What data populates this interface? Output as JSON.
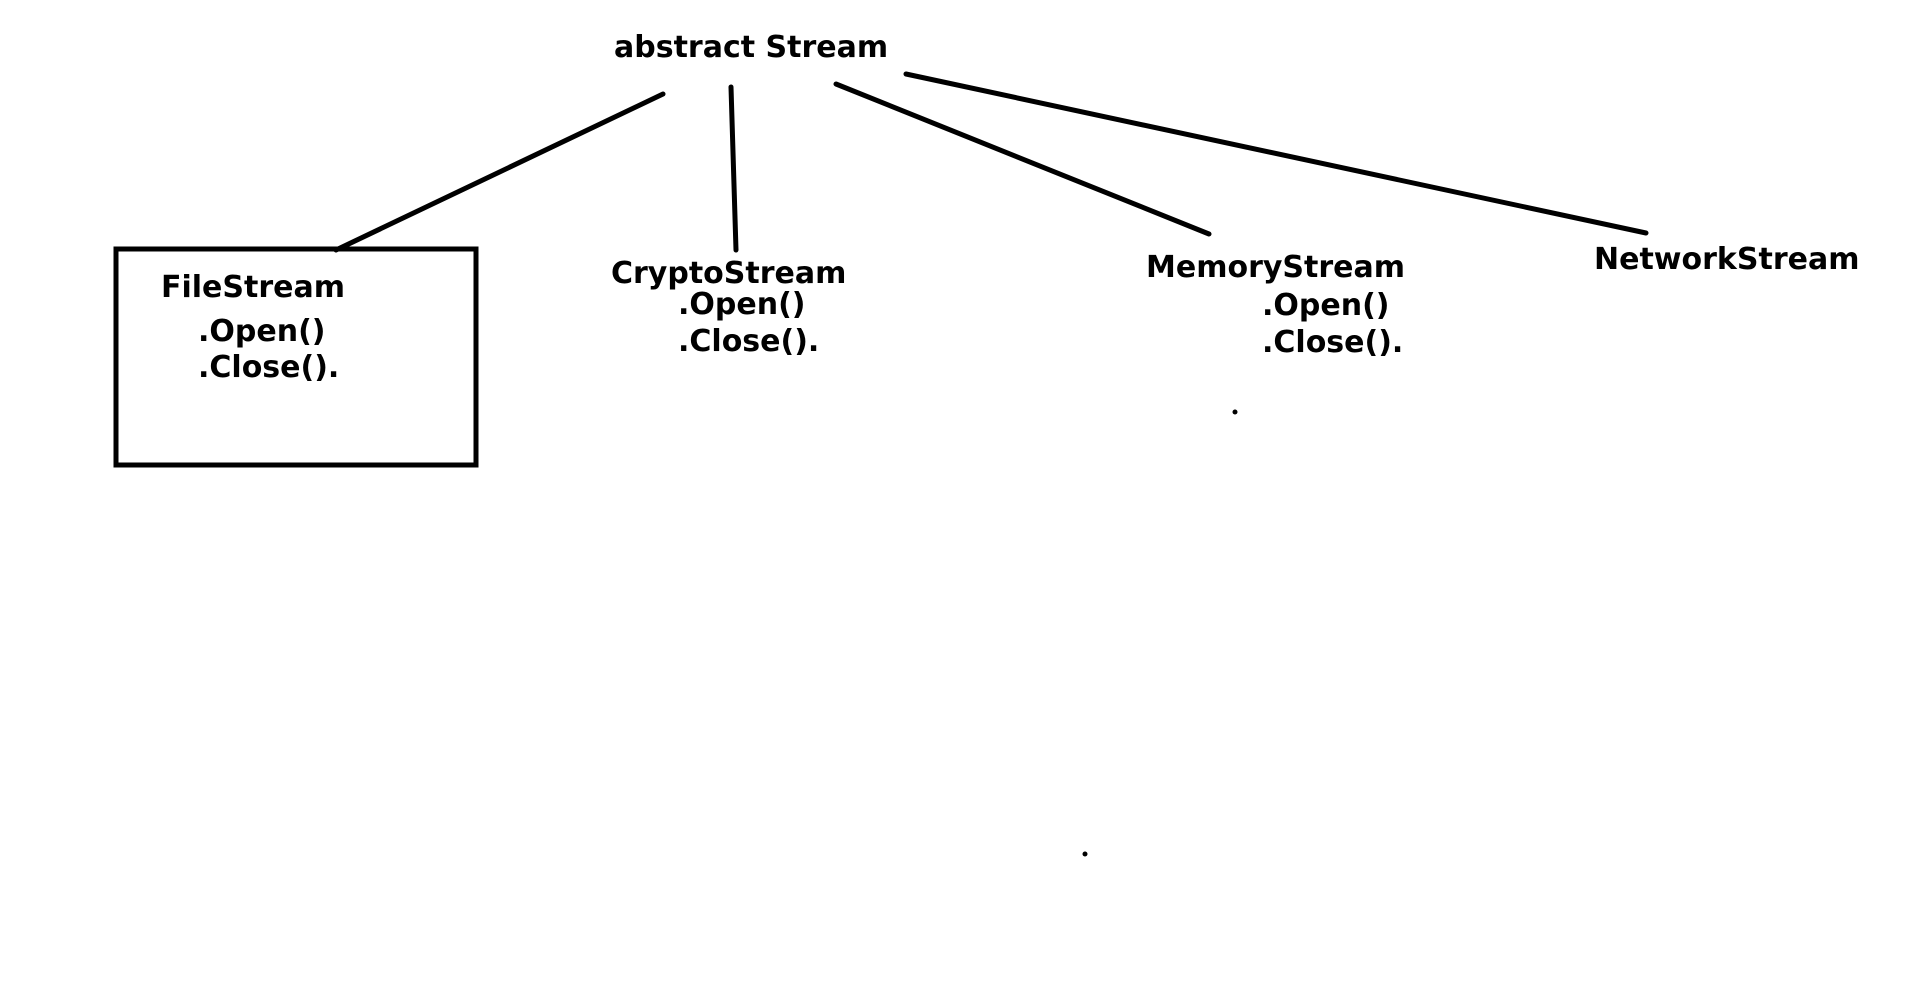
{
  "diagram": {
    "root": {
      "label": "abstract Stream"
    },
    "children": [
      {
        "name": "FileStream",
        "methods": [
          ".Open()",
          ".Close()."
        ],
        "boxed": true
      },
      {
        "name": "CryptoStream",
        "methods": [
          ".Open()",
          ".Close()."
        ],
        "boxed": false
      },
      {
        "name": "MemoryStream",
        "methods": [
          ".Open()",
          ".Close()."
        ],
        "boxed": false
      },
      {
        "name": "NetworkStream",
        "methods": [],
        "boxed": false
      }
    ],
    "stroke_color": "#000000",
    "background_color": "#ffffff"
  }
}
